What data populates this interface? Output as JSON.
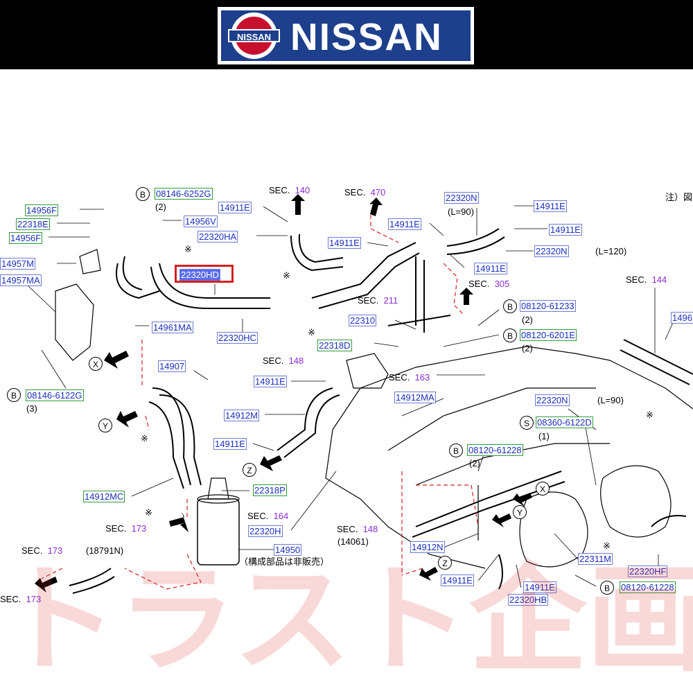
{
  "header": {
    "brand": "NISSAN",
    "emblem_text": "NISSAN",
    "bar_color": "#000000",
    "logo_color": "#1d3f8c",
    "emblem_red": "#c8102e"
  },
  "note_corner": "注）図",
  "highlighted_part": "22320HD",
  "watermark": "トラスト企画",
  "part_labels": [
    {
      "id": "p1",
      "text": "08146-6252G",
      "style": "g"
    },
    {
      "id": "p2",
      "text": "14956F",
      "style": "g"
    },
    {
      "id": "p3",
      "text": "14911E",
      "style": "b"
    },
    {
      "id": "p4",
      "text": "22318E",
      "style": "g"
    },
    {
      "id": "p5",
      "text": "14956V",
      "style": "b"
    },
    {
      "id": "p6",
      "text": "14956F",
      "style": "g"
    },
    {
      "id": "p7",
      "text": "22320HA",
      "style": "b"
    },
    {
      "id": "p8",
      "text": "14957M",
      "style": "b"
    },
    {
      "id": "p9",
      "text": "14957MA",
      "style": "b"
    },
    {
      "id": "p10",
      "text": "22320HD",
      "style": "hl"
    },
    {
      "id": "p11",
      "text": "14961MA",
      "style": "b"
    },
    {
      "id": "p12",
      "text": "22320HC",
      "style": "b"
    },
    {
      "id": "p13",
      "text": "08146-6122G",
      "style": "g"
    },
    {
      "id": "p14",
      "text": "14907",
      "style": "b"
    },
    {
      "id": "p15",
      "text": "14911E",
      "style": "b"
    },
    {
      "id": "p16",
      "text": "14912M",
      "style": "b"
    },
    {
      "id": "p17",
      "text": "14911E",
      "style": "b"
    },
    {
      "id": "p18",
      "text": "22318P",
      "style": "g"
    },
    {
      "id": "p19",
      "text": "14912MC",
      "style": "g"
    },
    {
      "id": "p20",
      "text": "22320H",
      "style": "b"
    },
    {
      "id": "p21",
      "text": "14950",
      "style": "b"
    },
    {
      "id": "p22",
      "text": "14911E",
      "style": "b"
    },
    {
      "id": "p23",
      "text": "22320N",
      "style": "b"
    },
    {
      "id": "p24",
      "text": "14911E",
      "style": "b"
    },
    {
      "id": "p25",
      "text": "14911E",
      "style": "b"
    },
    {
      "id": "p26",
      "text": "14911E",
      "style": "b"
    },
    {
      "id": "p27",
      "text": "22320N",
      "style": "b"
    },
    {
      "id": "p28",
      "text": "14911E",
      "style": "b"
    },
    {
      "id": "p29",
      "text": "22310",
      "style": "b"
    },
    {
      "id": "p30",
      "text": "22318D",
      "style": "g"
    },
    {
      "id": "p31",
      "text": "08120-61233",
      "style": "b"
    },
    {
      "id": "p32",
      "text": "08120-6201E",
      "style": "g"
    },
    {
      "id": "p33",
      "text": "14912MA",
      "style": "b"
    },
    {
      "id": "p34",
      "text": "22320N",
      "style": "b"
    },
    {
      "id": "p35",
      "text": "08360-6122D",
      "style": "b"
    },
    {
      "id": "p36",
      "text": "08120-61228",
      "style": "b"
    },
    {
      "id": "p37",
      "text": "14912N",
      "style": "b"
    },
    {
      "id": "p38",
      "text": "14911E",
      "style": "b"
    },
    {
      "id": "p39",
      "text": "14911E",
      "style": "b"
    },
    {
      "id": "p40",
      "text": "22320HB",
      "style": "b"
    },
    {
      "id": "p41",
      "text": "22311M",
      "style": "b"
    },
    {
      "id": "p42",
      "text": "22320HF",
      "style": "b"
    },
    {
      "id": "p43",
      "text": "08120-61228",
      "style": "b"
    },
    {
      "id": "p44",
      "text": "1496",
      "style": "b"
    }
  ],
  "sec_labels": [
    {
      "id": "s1",
      "prefix": "SEC.",
      "num": "140"
    },
    {
      "id": "s2",
      "prefix": "SEC.",
      "num": "470"
    },
    {
      "id": "s3",
      "prefix": "SEC.",
      "num": "305"
    },
    {
      "id": "s4",
      "prefix": "SEC.",
      "num": "211"
    },
    {
      "id": "s5",
      "prefix": "SEC.",
      "num": "144"
    },
    {
      "id": "s6",
      "prefix": "SEC.",
      "num": "148"
    },
    {
      "id": "s7",
      "prefix": "SEC.",
      "num": "163"
    },
    {
      "id": "s8",
      "prefix": "SEC.",
      "num": "164"
    },
    {
      "id": "s9",
      "prefix": "SEC.",
      "num": "148"
    },
    {
      "id": "s10",
      "prefix": "SEC.",
      "num": "173"
    },
    {
      "id": "s11",
      "prefix": "SEC.",
      "num": "173"
    },
    {
      "id": "s12",
      "prefix": "SEC.",
      "num": "173"
    }
  ],
  "qty_labels": [
    {
      "id": "q1",
      "text": "(2)"
    },
    {
      "id": "q2",
      "text": "(L=90)"
    },
    {
      "id": "q3",
      "text": "(L=120)"
    },
    {
      "id": "q4",
      "text": "(2)"
    },
    {
      "id": "q5",
      "text": "(2)"
    },
    {
      "id": "q6",
      "text": "(3)"
    },
    {
      "id": "q7",
      "text": "(L=90)"
    },
    {
      "id": "q8",
      "text": "(1)"
    },
    {
      "id": "q9",
      "text": "(2)"
    },
    {
      "id": "q10",
      "text": "(14061)"
    },
    {
      "id": "q11",
      "text": "(18791N)"
    },
    {
      "id": "q12",
      "text": "（構成部品は非販売）"
    }
  ],
  "circle_letters": [
    {
      "id": "c1",
      "text": "B"
    },
    {
      "id": "c2",
      "text": "B"
    },
    {
      "id": "c3",
      "text": "B"
    },
    {
      "id": "c4",
      "text": "B"
    },
    {
      "id": "c5",
      "text": "S"
    },
    {
      "id": "c6",
      "text": "B"
    },
    {
      "id": "c7",
      "text": "B"
    },
    {
      "id": "c8",
      "text": "X"
    },
    {
      "id": "c9",
      "text": "Y"
    },
    {
      "id": "c10",
      "text": "Z"
    },
    {
      "id": "c11",
      "text": "X"
    },
    {
      "id": "c12",
      "text": "Y"
    },
    {
      "id": "c13",
      "text": "Z"
    }
  ],
  "asterisk": "※"
}
